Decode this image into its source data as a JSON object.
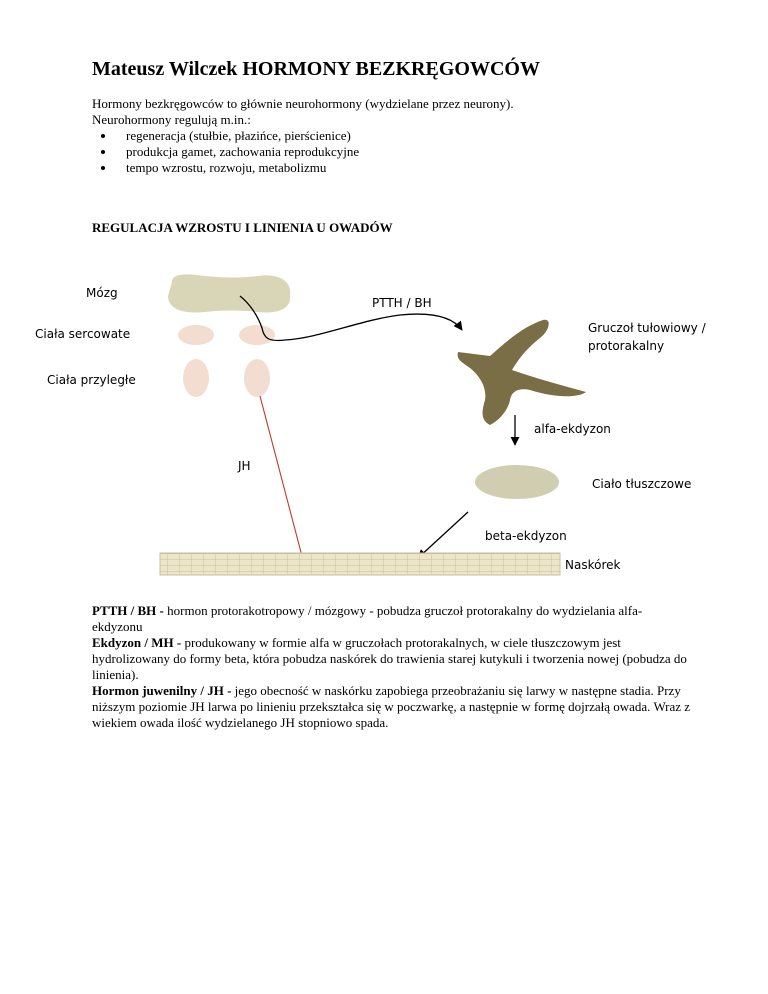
{
  "title": "Mateusz Wilczek HORMONY BEZKRĘGOWCÓW",
  "intro": {
    "line1": "Hormony bezkręgowców to głównie neurohormony (wydzielane przez neurony).",
    "line2": "Neurohormony regulują m.in.:",
    "bullets": [
      "regeneracja (stułbie, płazińce, pierścienice)",
      "produkcja gamet, zachowania reprodukcyjne",
      "tempo wzrostu, rozwoju, metabolizmu"
    ]
  },
  "section_title": "REGULACJA WZROSTU I LINIENIA U OWADÓW",
  "diagram": {
    "labels": {
      "brain": "Mózg",
      "cardiaca": "Ciała sercowate",
      "allata": "Ciała przyległe",
      "ptth": "PTTH / BH",
      "gland_line1": "Gruczoł tułowiowy /",
      "gland_line2": "protorakalny",
      "alpha": "alfa-ekdyzon",
      "jh": "JH",
      "fat_body": "Ciało tłuszczowe",
      "beta": "beta-ekdyzon",
      "epidermis": "Naskórek"
    },
    "colors": {
      "brain": "#d9d6b8",
      "gland": "#7a6e46",
      "pink_bodies": "#f2ddd0",
      "fat_body": "#d0cdb0",
      "epidermis_fill": "#ece5c8",
      "epidermis_grid": "#c7bfa0",
      "jh_arrow": "#c0392b"
    }
  },
  "definitions": [
    {
      "term": "PTTH / BH - ",
      "text": "hormon protorakotropowy / mózgowy - pobudza gruczoł protorakalny do wydzielania alfa-ekdyzonu"
    },
    {
      "term": "Ekdyzon / MH - ",
      "text": "produkowany w formie alfa w gruczołach protorakalnych, w ciele tłuszczowym jest hydrolizowany do formy beta, która pobudza naskórek do trawienia starej kutykuli i tworzenia nowej (pobudza do linienia)."
    },
    {
      "term": "Hormon juwenilny / JH - ",
      "text": "jego obecność w naskórku zapobiega przeobrażaniu się larwy w następne stadia. Przy niższym poziomie JH larwa po linieniu przekształca się w poczwarkę, a następnie w formę dojrzałą owada. Wraz z wiekiem owada ilość wydzielanego JH stopniowo spada."
    }
  ]
}
